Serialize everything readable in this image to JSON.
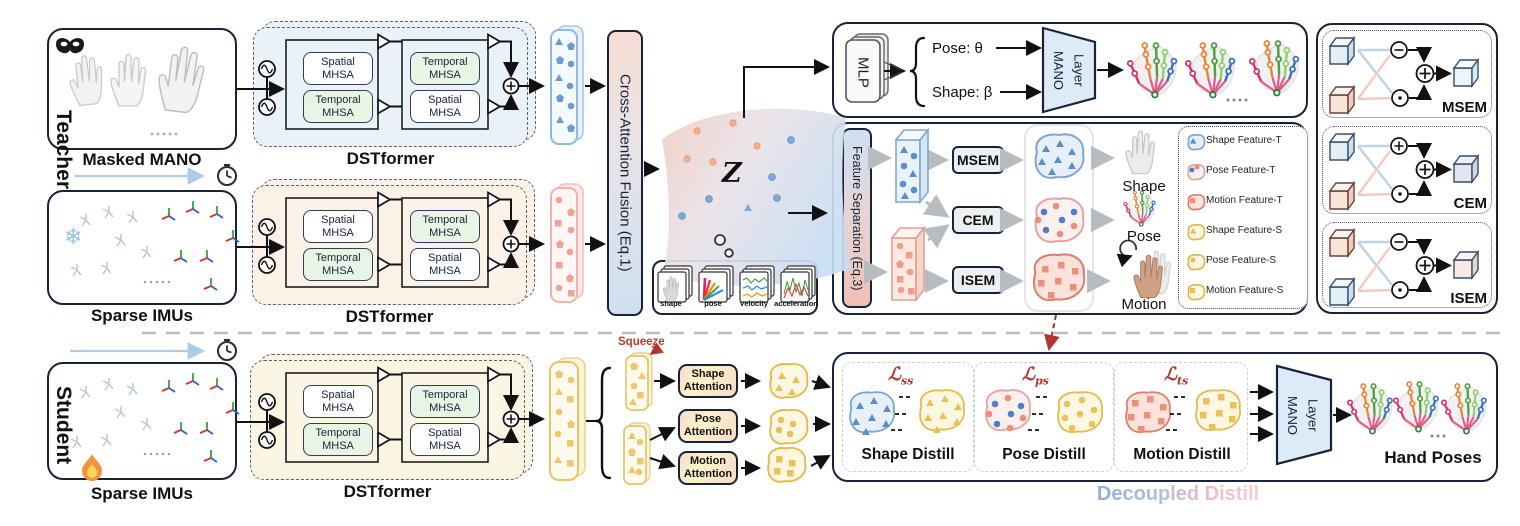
{
  "figure": {
    "teacher_label": "Teacher",
    "student_label": "Student",
    "masked_mano": "Masked MANO",
    "sparse_imus_t": "Sparse IMUs",
    "sparse_imus_s": "Sparse IMUs",
    "dstformer_t1": "DSTformer",
    "dstformer_t2": "DSTformer",
    "dstformer_s": "DSTformer"
  },
  "icons": {
    "snowflake": "❄"
  },
  "mhsa": {
    "spatial": "Spatial MHSA",
    "temporal": "Temporal MHSA"
  },
  "fusion_label": "Cross-Attention Fusion (Eq.1)",
  "latent": {
    "z": "Z",
    "cards": [
      "shape",
      "pose",
      "velocity",
      "acceleration"
    ]
  },
  "head": {
    "mlp": "MLP",
    "pose_param": "Pose: θ",
    "shape_param": "Shape: β",
    "mano_layer": "MANO\nLayer"
  },
  "separation": {
    "label": "Feature Separation (Eq.3)",
    "modules": [
      "MSEM",
      "CEM",
      "ISEM"
    ],
    "outputs": [
      "Shape",
      "Pose",
      "Motion"
    ]
  },
  "legend": {
    "items": [
      "Shape Feature-T",
      "Pose Feature-T",
      "Motion Feature-T",
      "Shape Feature-S",
      "Pose Feature-S",
      "Motion Feature-S"
    ]
  },
  "sem_blocks": [
    "MSEM",
    "CEM",
    "ISEM"
  ],
  "student_branch": {
    "squeeze": "Squeeze",
    "attentions": [
      "Shape Attention",
      "Pose Attention",
      "Motion Attention"
    ]
  },
  "distill": {
    "losses": [
      {
        "sym": "ℒ",
        "sub": "ss"
      },
      {
        "sym": "ℒ",
        "sub": "ps"
      },
      {
        "sym": "ℒ",
        "sub": "ts"
      }
    ],
    "titles": [
      "Shape Distill",
      "Pose Distill",
      "Motion Distill"
    ],
    "decoupled": "Decoupled Distill",
    "mano_layer": "MANO\nLayer",
    "hand_poses": "Hand Poses"
  },
  "colors": {
    "teacher_blue": "#6b9bd2",
    "teacher_pink": "#ef9d8c",
    "student_yellow": "#e9c65a",
    "loss_red": "#b5342c",
    "navy": "#16233a"
  }
}
